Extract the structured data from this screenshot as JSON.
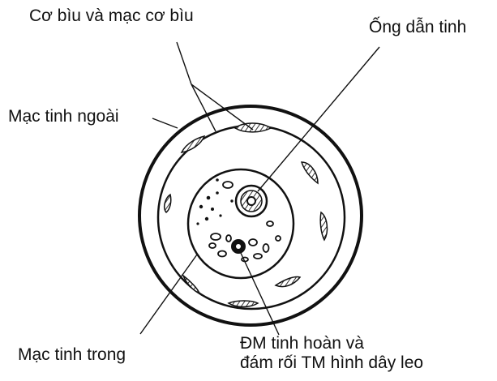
{
  "labels": {
    "cremaster": "Cơ bìu và mạc cơ bìu",
    "vas_deferens": "Ống dẫn tinh",
    "external_fascia": "Mạc tinh ngoài",
    "internal_fascia": "Mạc tinh trong",
    "artery_line1": "ĐM tinh hoàn và",
    "artery_line2": "đám rối TM hình dây leo"
  },
  "colors": {
    "stroke": "#111111",
    "hatch": "#333333",
    "background": "#ffffff"
  }
}
